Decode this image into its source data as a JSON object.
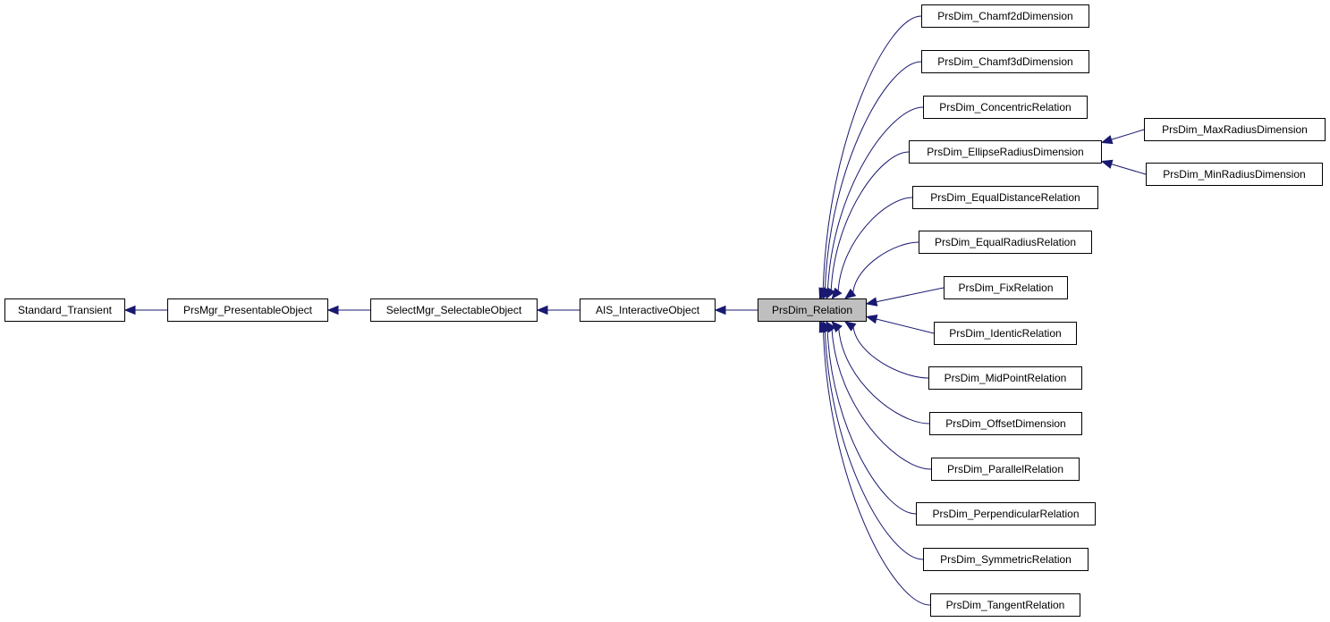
{
  "colors": {
    "edge": "#191970",
    "node_border": "#000000",
    "node_fill": "#ffffff",
    "current_fill": "#bfbfbf"
  },
  "nodes": {
    "standard_transient": "Standard_Transient",
    "prsmgr_presentableobject": "PrsMgr_PresentableObject",
    "selectmgr_selectableobject": "SelectMgr_SelectableObject",
    "ais_interactiveobject": "AIS_InteractiveObject",
    "prsdim_relation": "PrsDim_Relation",
    "prsdim_chamf2ddimension": "PrsDim_Chamf2dDimension",
    "prsdim_chamf3ddimension": "PrsDim_Chamf3dDimension",
    "prsdim_concentricrelation": "PrsDim_ConcentricRelation",
    "prsdim_ellipseradiusdimension": "PrsDim_EllipseRadiusDimension",
    "prsdim_equaldistancerelation": "PrsDim_EqualDistanceRelation",
    "prsdim_equalradiusrelation": "PrsDim_EqualRadiusRelation",
    "prsdim_fixrelation": "PrsDim_FixRelation",
    "prsdim_identicrelation": "PrsDim_IdenticRelation",
    "prsdim_midpointrelation": "PrsDim_MidPointRelation",
    "prsdim_offsetdimension": "PrsDim_OffsetDimension",
    "prsdim_parallelrelation": "PrsDim_ParallelRelation",
    "prsdim_perpendicularrelation": "PrsDim_PerpendicularRelation",
    "prsdim_symmetricrelation": "PrsDim_SymmetricRelation",
    "prsdim_tangentrelation": "PrsDim_TangentRelation",
    "prsdim_maxradiusdimension": "PrsDim_MaxRadiusDimension",
    "prsdim_minradiusdimension": "PrsDim_MinRadiusDimension"
  },
  "edges": [
    [
      "prsmgr_presentableobject",
      "standard_transient"
    ],
    [
      "selectmgr_selectableobject",
      "prsmgr_presentableobject"
    ],
    [
      "ais_interactiveobject",
      "selectmgr_selectableobject"
    ],
    [
      "prsdim_relation",
      "ais_interactiveobject"
    ],
    [
      "prsdim_chamf2ddimension",
      "prsdim_relation"
    ],
    [
      "prsdim_chamf3ddimension",
      "prsdim_relation"
    ],
    [
      "prsdim_concentricrelation",
      "prsdim_relation"
    ],
    [
      "prsdim_ellipseradiusdimension",
      "prsdim_relation"
    ],
    [
      "prsdim_equaldistancerelation",
      "prsdim_relation"
    ],
    [
      "prsdim_equalradiusrelation",
      "prsdim_relation"
    ],
    [
      "prsdim_fixrelation",
      "prsdim_relation"
    ],
    [
      "prsdim_identicrelation",
      "prsdim_relation"
    ],
    [
      "prsdim_midpointrelation",
      "prsdim_relation"
    ],
    [
      "prsdim_offsetdimension",
      "prsdim_relation"
    ],
    [
      "prsdim_parallelrelation",
      "prsdim_relation"
    ],
    [
      "prsdim_perpendicularrelation",
      "prsdim_relation"
    ],
    [
      "prsdim_symmetricrelation",
      "prsdim_relation"
    ],
    [
      "prsdim_tangentrelation",
      "prsdim_relation"
    ],
    [
      "prsdim_maxradiusdimension",
      "prsdim_ellipseradiusdimension"
    ],
    [
      "prsdim_minradiusdimension",
      "prsdim_ellipseradiusdimension"
    ]
  ]
}
